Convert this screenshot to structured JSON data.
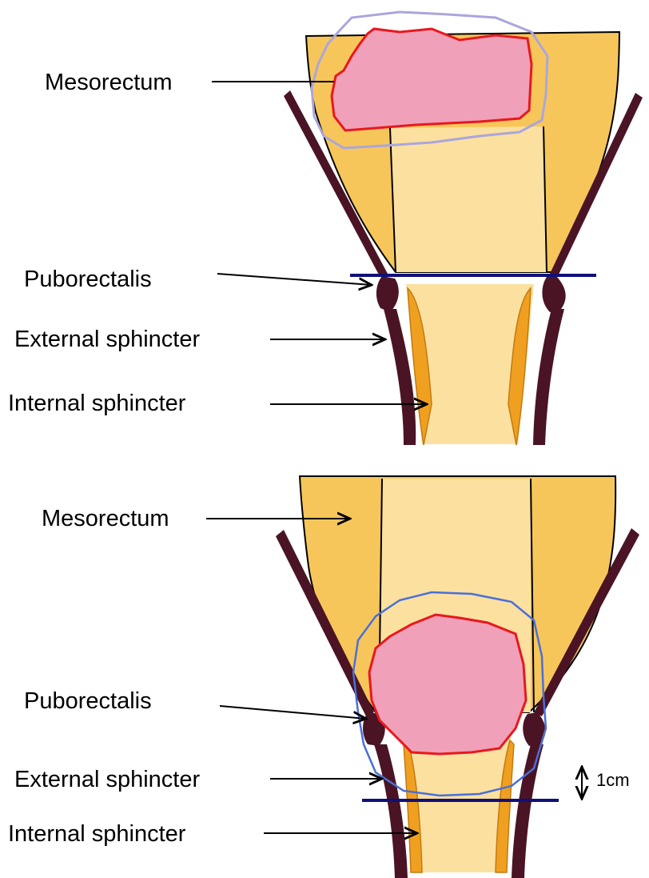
{
  "colors": {
    "mesorectum_fat": "#f7c65a",
    "rectum_wall": "#fbe0a0",
    "muscle_dark": "#4a1424",
    "internal_sphincter": "#f0a020",
    "tumour_fill": "#f0a0b8",
    "tumour_outline": "#e8181e",
    "margin_outline_top": "#aaa6dd",
    "margin_outline_bottom": "#4a6fd8",
    "resection_line": "#10107a"
  },
  "panel_top": {
    "labels": {
      "mesorectum": "Mesorectum",
      "puborectalis": "Puborectalis",
      "external_sphincter": "External sphincter",
      "internal_sphincter": "Internal sphincter"
    }
  },
  "panel_bottom": {
    "labels": {
      "mesorectum": "Mesorectum",
      "puborectalis": "Puborectalis",
      "external_sphincter": "External sphincter",
      "internal_sphincter": "Internal sphincter"
    },
    "distance_label": "1cm"
  }
}
